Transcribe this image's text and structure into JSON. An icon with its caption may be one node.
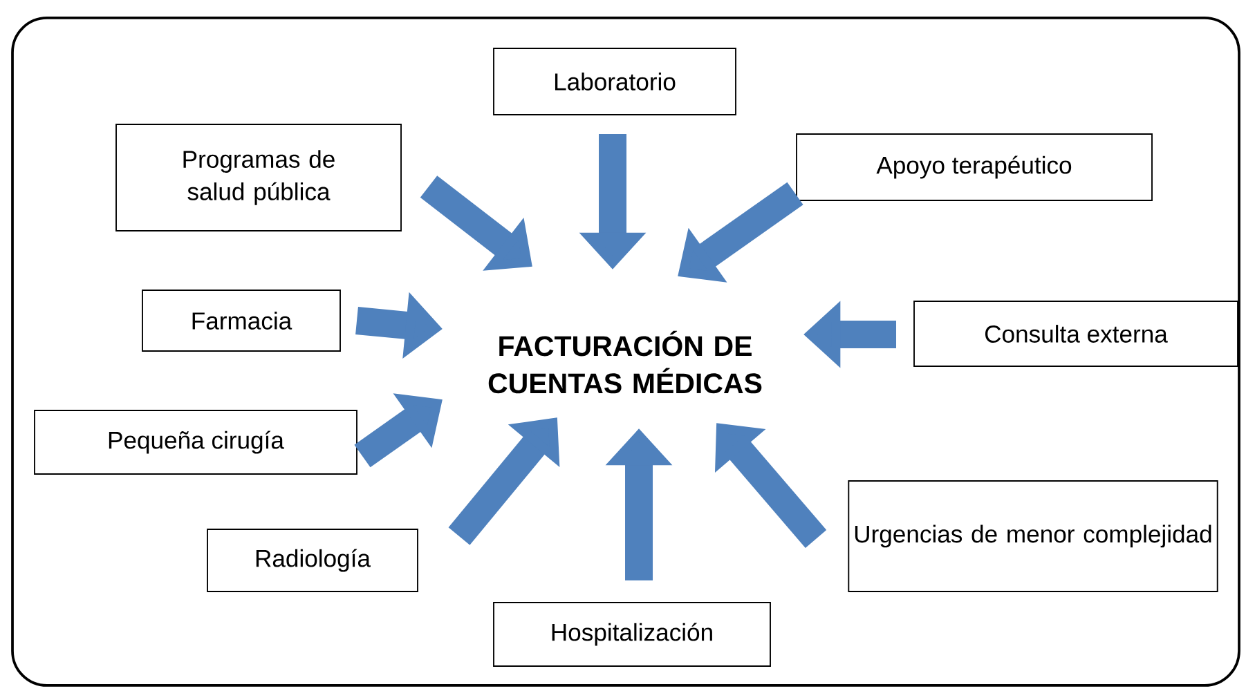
{
  "diagram": {
    "nodes": [
      {
        "text": [
          "Laboratorio"
        ]
      },
      {
        "text": [
          "Programas de salud pública"
        ]
      },
      {
        "text": [
          "Apoyo terapéutico"
        ]
      },
      {
        "text": [
          "Farmacia"
        ]
      },
      {
        "text": [
          "FACTURACIÓN DE CUENTAS MÉDICAS"
        ]
      },
      {
        "text": [
          "Consulta externa"
        ]
      },
      {
        "text": [
          "Pequeña cirugía"
        ]
      },
      {
        "text": [
          "Urgencias de menor complejidad"
        ]
      },
      {
        "text": [
          "Radiología"
        ]
      },
      {
        "text": [
          "Hospitalización"
        ]
      }
    ],
    "edges": [
      {
        "from": 0,
        "to": 4,
        "arrow": "to"
      },
      {
        "from": 1,
        "to": 4,
        "arrow": "to"
      },
      {
        "from": 2,
        "to": 4,
        "arrow": "to"
      },
      {
        "from": 3,
        "to": 4,
        "arrow": "to"
      },
      {
        "from": 5,
        "to": 4,
        "arrow": "to"
      },
      {
        "from": 6,
        "to": 4,
        "arrow": "to"
      },
      {
        "from": 7,
        "to": 4,
        "arrow": "to"
      },
      {
        "from": 8,
        "to": 4,
        "arrow": "to"
      },
      {
        "from": 9,
        "to": 4,
        "arrow": "to"
      }
    ]
  }
}
